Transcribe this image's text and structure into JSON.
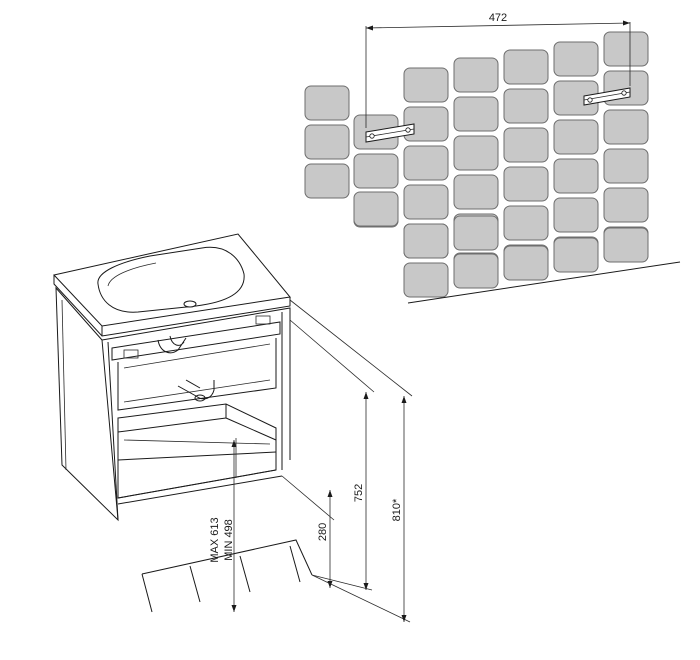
{
  "dimensions": {
    "bracket_spacing": "472",
    "height_total": "810*",
    "height_cabinet": "752",
    "waste_height": "280",
    "siphon_max": "MAX 613",
    "siphon_min": "MIN 498"
  },
  "colors": {
    "tile_fill": "#c8c8c8",
    "tile_stroke": "#6e6e6e",
    "line": "#1a1a1a",
    "background": "#ffffff"
  }
}
